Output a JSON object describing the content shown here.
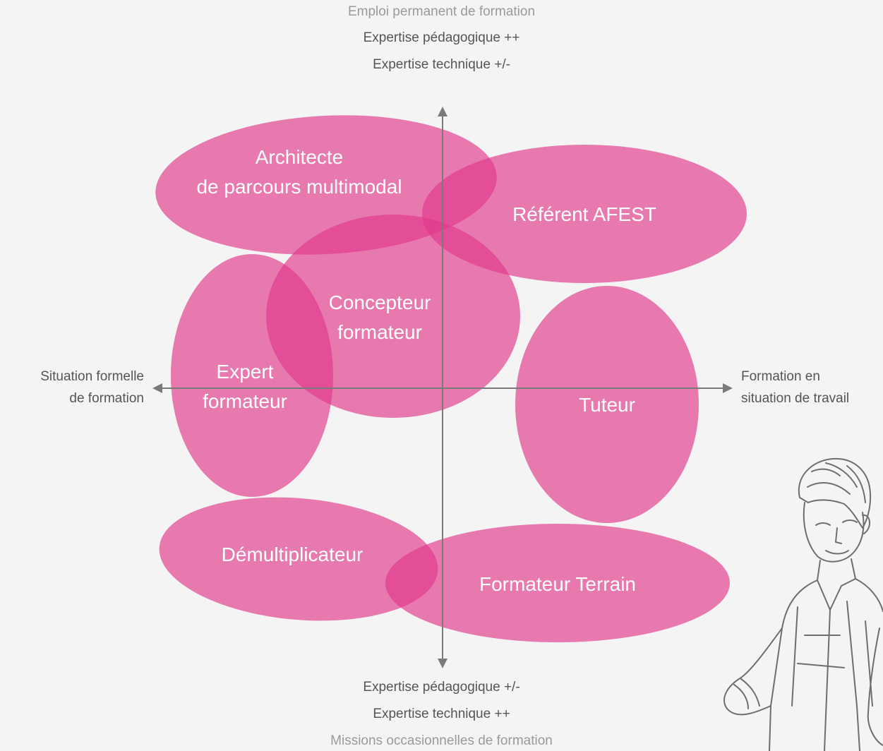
{
  "top": {
    "line1": "Emploi permanent de formation",
    "line2": "Expertise pédagogique ++",
    "line3": "Expertise technique +/-"
  },
  "bottom": {
    "line1": "Expertise pédagogique +/-",
    "line2": "Expertise technique ++",
    "line3": "Missions occasionnelles de formation"
  },
  "left": {
    "line1": "Situation formelle",
    "line2": "de formation"
  },
  "right": {
    "line1": "Formation en",
    "line2": "situation de travail"
  },
  "roles": {
    "architecte": {
      "line1": "Architecte",
      "line2": "de parcours multimodal"
    },
    "referent": "Référent AFEST",
    "concepteur": {
      "line1": "Concepteur",
      "line2": "formateur"
    },
    "expert": {
      "line1": "Expert",
      "line2": "formateur"
    },
    "tuteur": "Tuteur",
    "demultiplicateur": "Démultiplicateur",
    "terrain": "Formateur Terrain"
  },
  "colors": {
    "ellipse": "#e0378a",
    "axis": "#7a7a7a",
    "background": "#f4f4f4"
  }
}
